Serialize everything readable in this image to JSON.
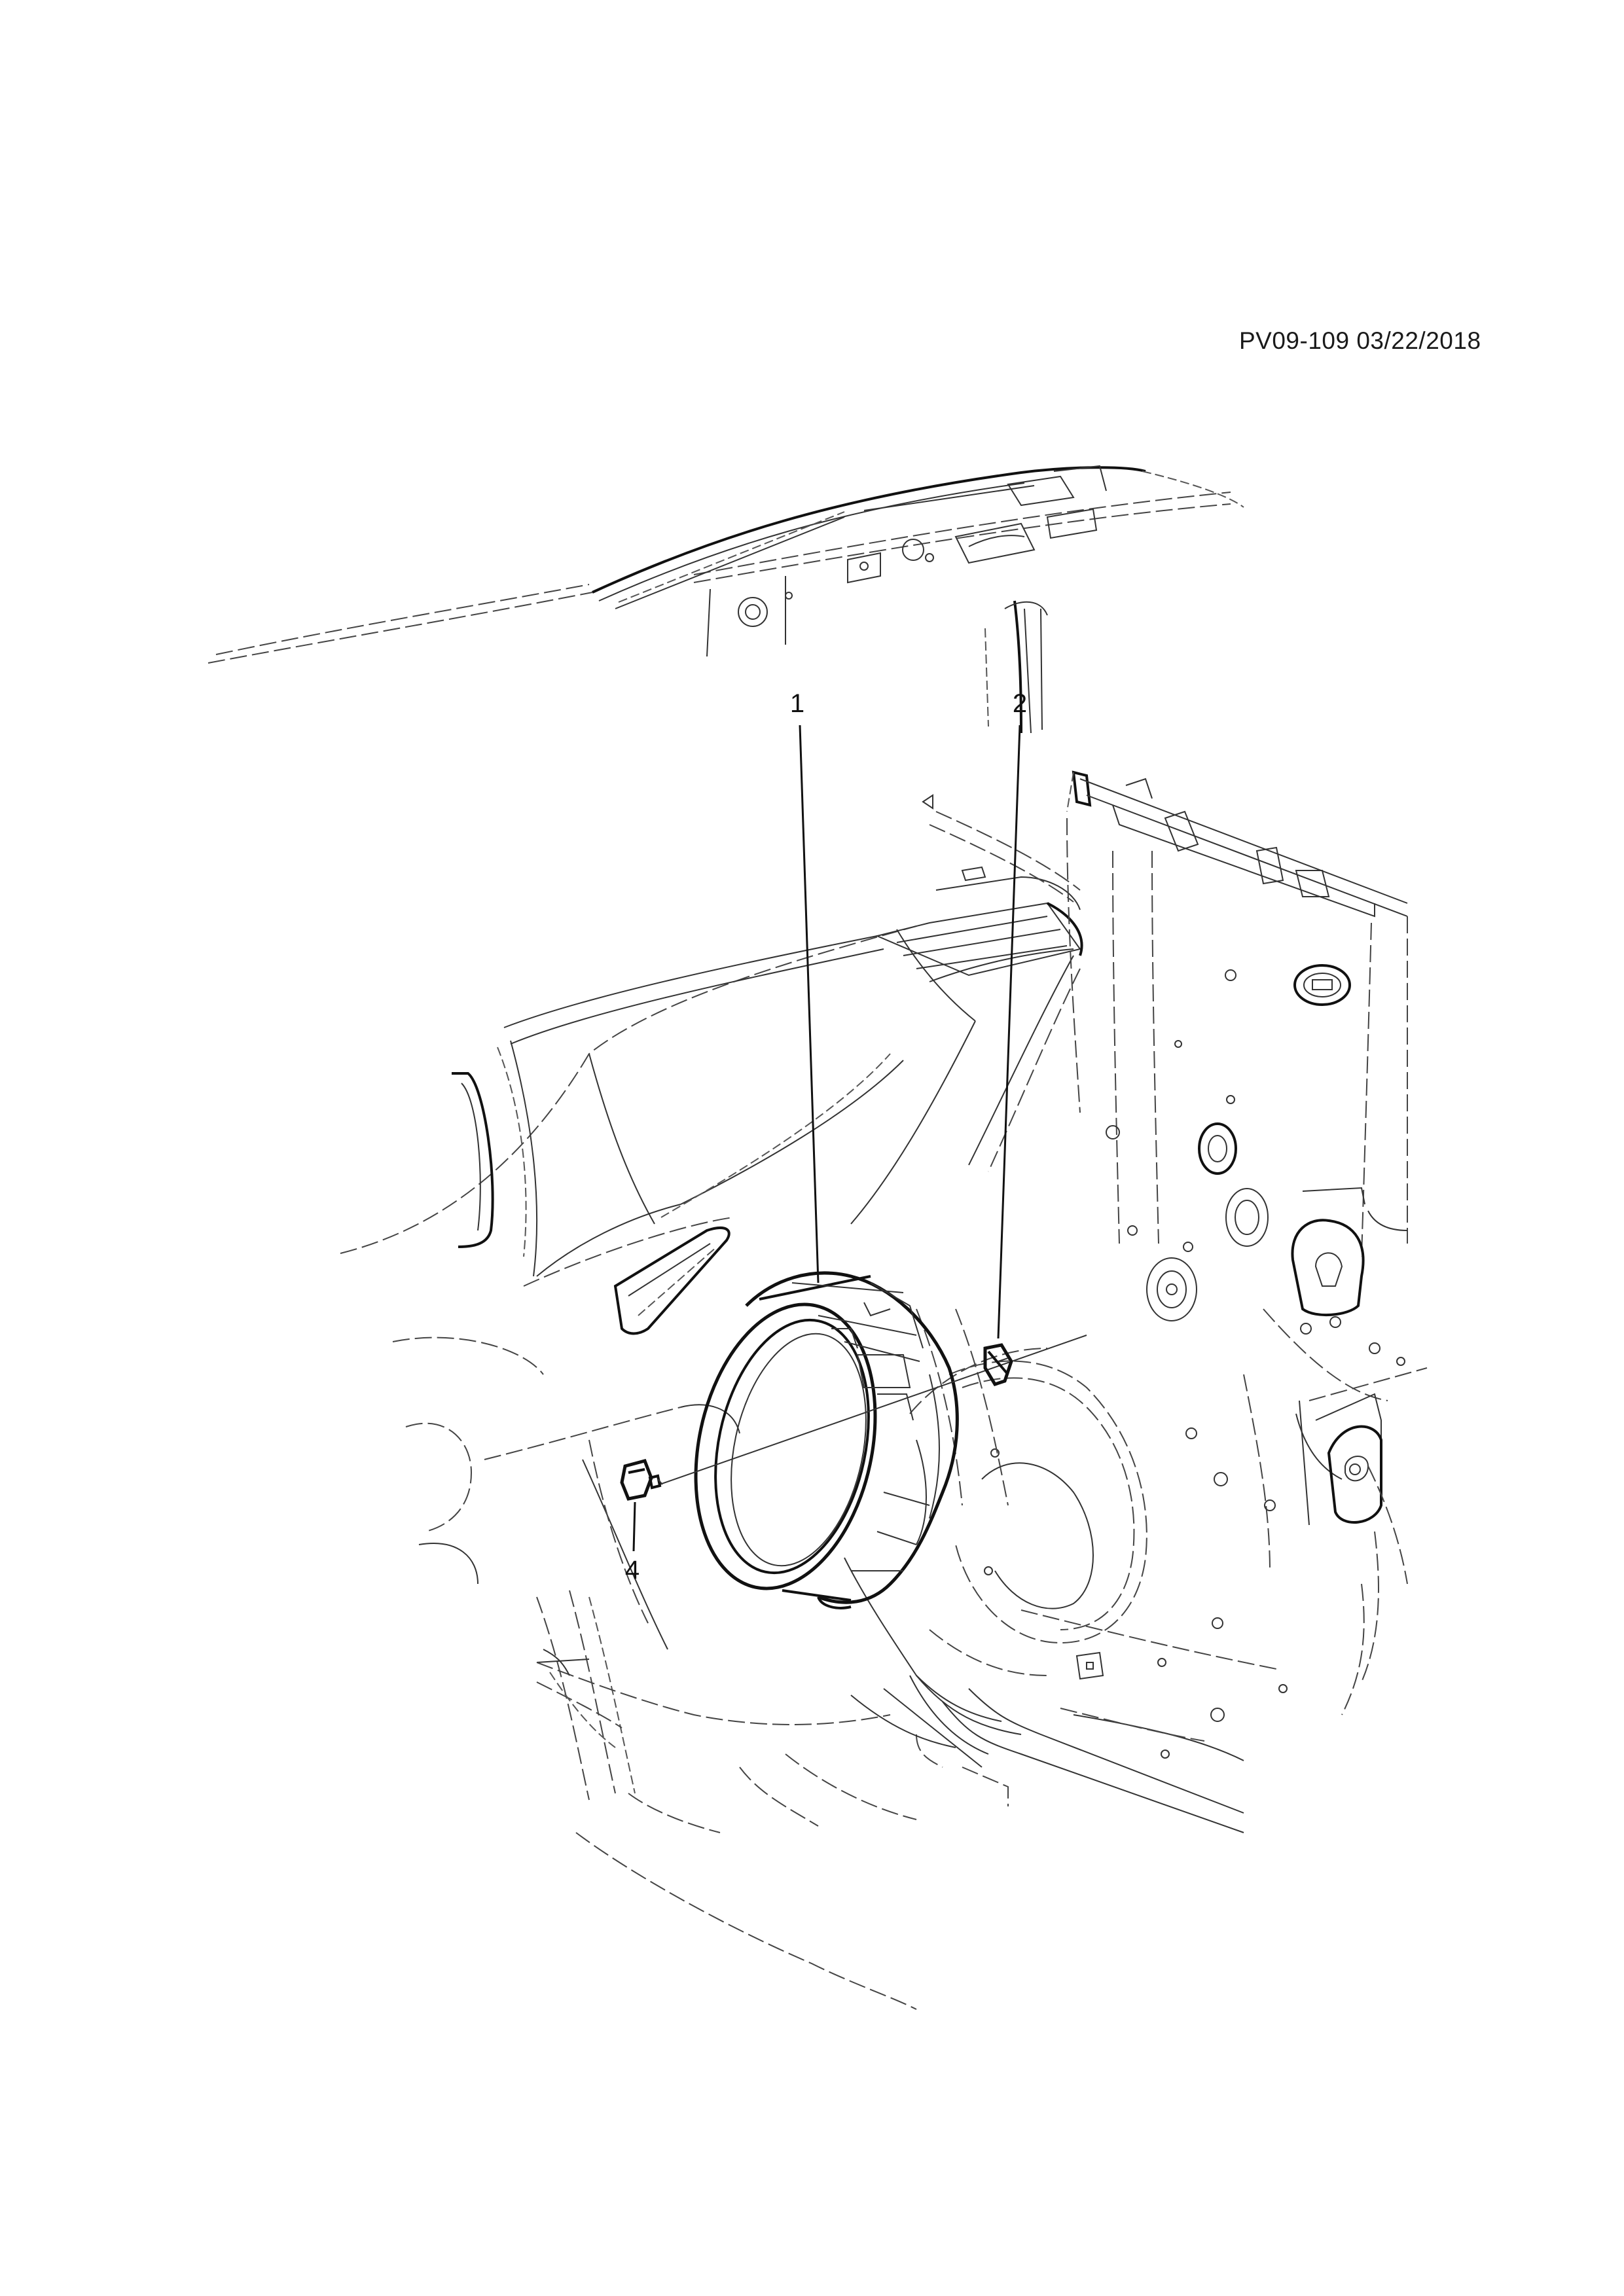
{
  "header": {
    "document_id": "PV09-109 03/22/2018"
  },
  "callouts": [
    {
      "id": "callout-1",
      "label": "1"
    },
    {
      "id": "callout-2",
      "label": "2"
    },
    {
      "id": "callout-4",
      "label": "4"
    }
  ]
}
